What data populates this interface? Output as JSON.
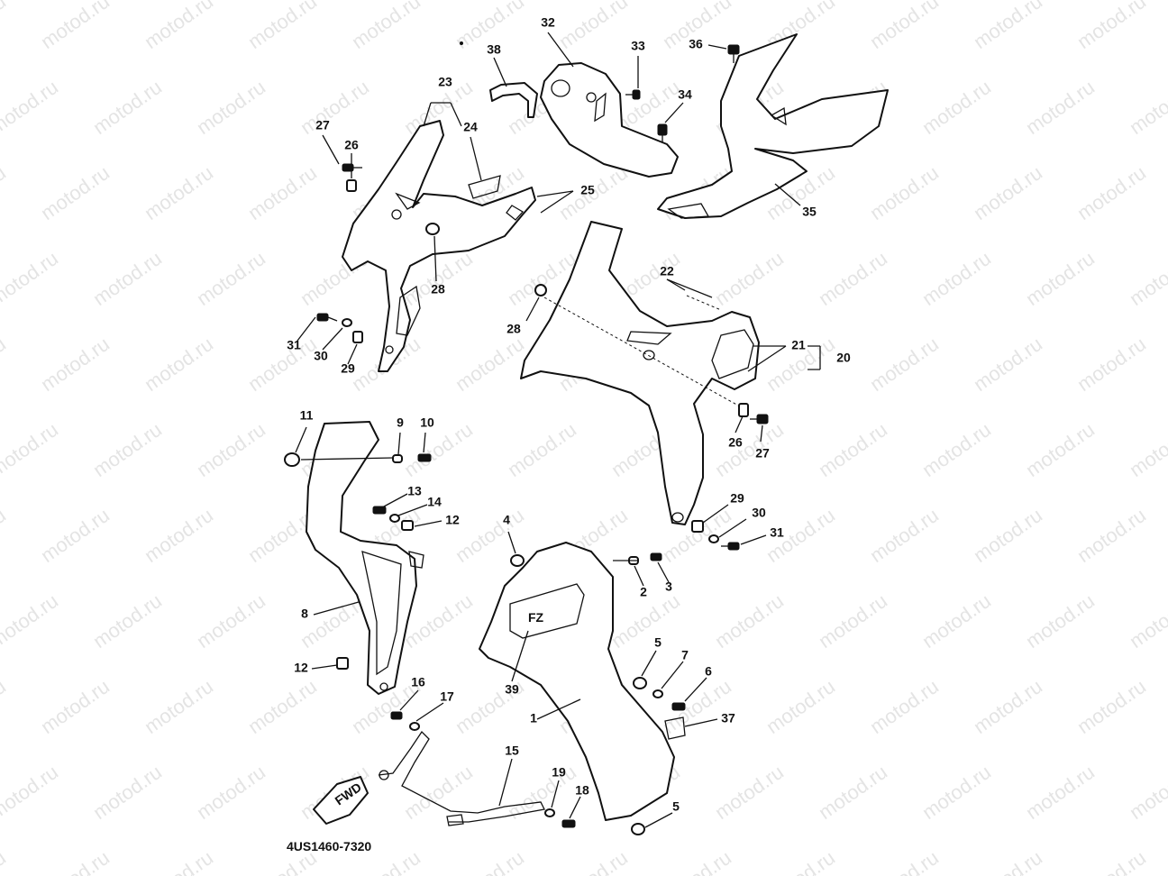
{
  "watermark": {
    "text": "motod.ru",
    "color": "#cfcfcf"
  },
  "diagram": {
    "part_code": "4US1460-7320",
    "fwd_label": "FWD",
    "emblem_text": "FZ"
  },
  "callouts": [
    {
      "id": "c1",
      "label": "1"
    },
    {
      "id": "c2",
      "label": "2"
    },
    {
      "id": "c3",
      "label": "3"
    },
    {
      "id": "c4",
      "label": "4"
    },
    {
      "id": "c5a",
      "label": "5"
    },
    {
      "id": "c5b",
      "label": "5"
    },
    {
      "id": "c6",
      "label": "6"
    },
    {
      "id": "c7",
      "label": "7"
    },
    {
      "id": "c8",
      "label": "8"
    },
    {
      "id": "c9",
      "label": "9"
    },
    {
      "id": "c10",
      "label": "10"
    },
    {
      "id": "c11",
      "label": "11"
    },
    {
      "id": "c12a",
      "label": "12"
    },
    {
      "id": "c12b",
      "label": "12"
    },
    {
      "id": "c13",
      "label": "13"
    },
    {
      "id": "c14",
      "label": "14"
    },
    {
      "id": "c15",
      "label": "15"
    },
    {
      "id": "c16",
      "label": "16"
    },
    {
      "id": "c17",
      "label": "17"
    },
    {
      "id": "c18",
      "label": "18"
    },
    {
      "id": "c19",
      "label": "19"
    },
    {
      "id": "c20",
      "label": "20"
    },
    {
      "id": "c21",
      "label": "21"
    },
    {
      "id": "c22",
      "label": "22"
    },
    {
      "id": "c23",
      "label": "23"
    },
    {
      "id": "c24",
      "label": "24"
    },
    {
      "id": "c25",
      "label": "25"
    },
    {
      "id": "c26a",
      "label": "26"
    },
    {
      "id": "c26b",
      "label": "26"
    },
    {
      "id": "c27a",
      "label": "27"
    },
    {
      "id": "c27b",
      "label": "27"
    },
    {
      "id": "c28a",
      "label": "28"
    },
    {
      "id": "c28b",
      "label": "28"
    },
    {
      "id": "c29a",
      "label": "29"
    },
    {
      "id": "c29b",
      "label": "29"
    },
    {
      "id": "c30a",
      "label": "30"
    },
    {
      "id": "c30b",
      "label": "30"
    },
    {
      "id": "c31a",
      "label": "31"
    },
    {
      "id": "c31b",
      "label": "31"
    },
    {
      "id": "c32",
      "label": "32"
    },
    {
      "id": "c33",
      "label": "33"
    },
    {
      "id": "c34",
      "label": "34"
    },
    {
      "id": "c35",
      "label": "35"
    },
    {
      "id": "c36",
      "label": "36"
    },
    {
      "id": "c37",
      "label": "37"
    },
    {
      "id": "c38",
      "label": "38"
    },
    {
      "id": "c39",
      "label": "39"
    }
  ]
}
